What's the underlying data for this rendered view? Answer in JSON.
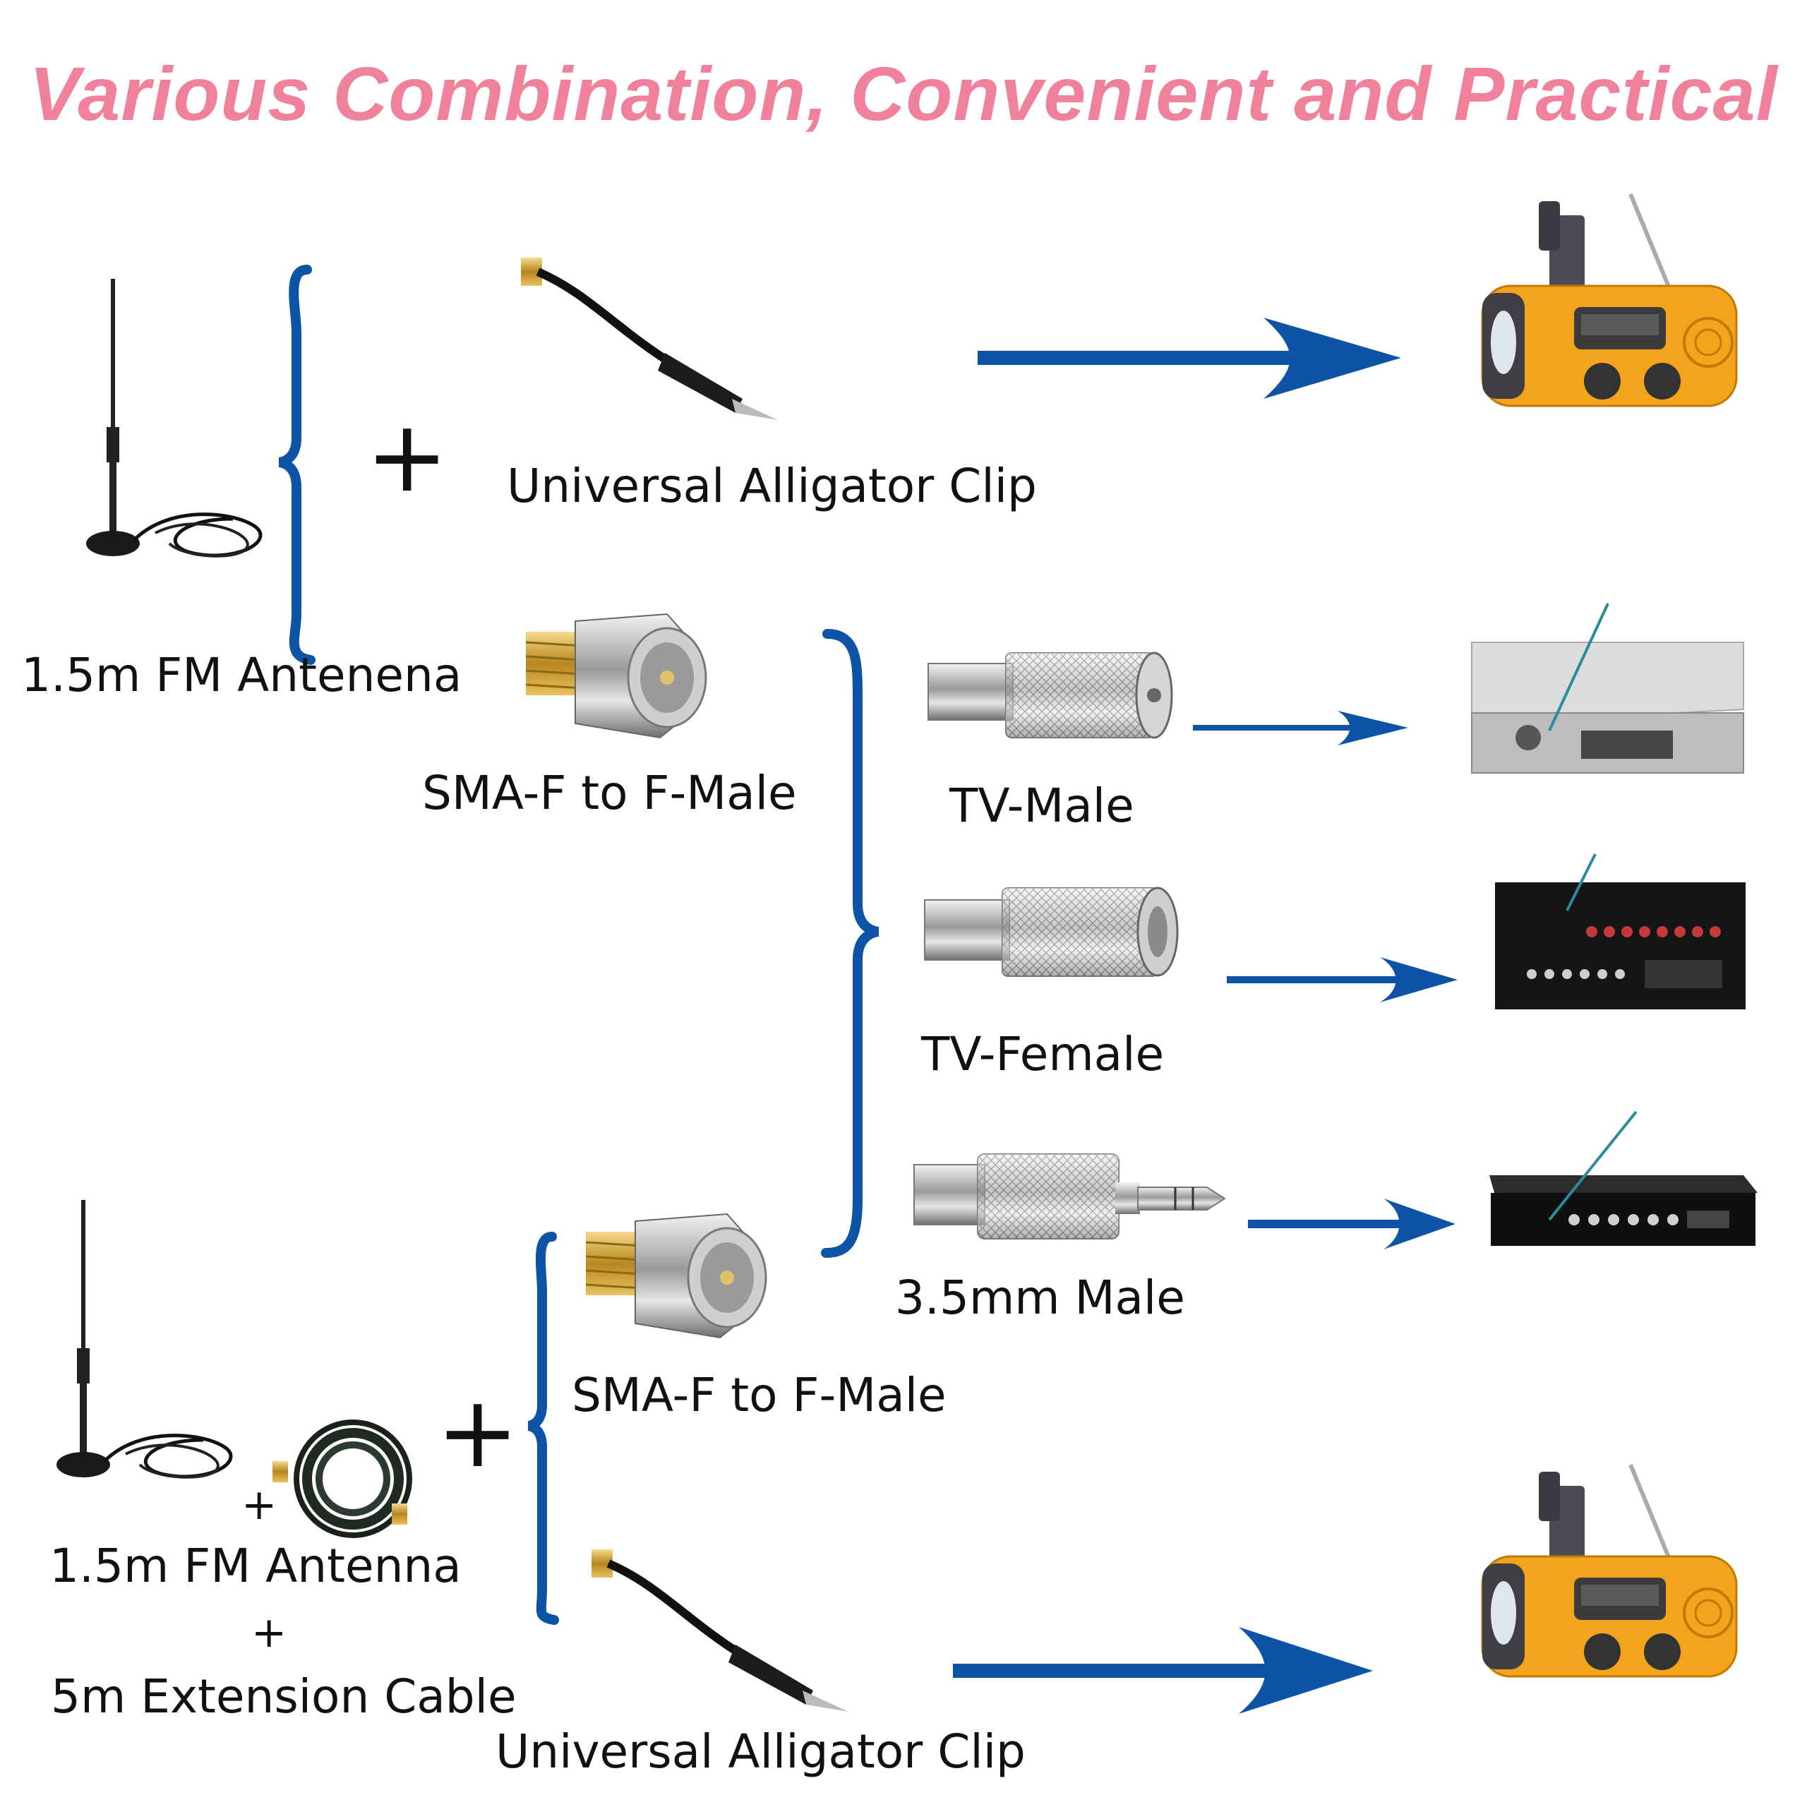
{
  "title": "Various Combination, Convenient and Practical",
  "colors": {
    "title": "#f0819a",
    "arrow": "#0d54a7",
    "brace": "#0d54a7",
    "radio_body": "#f3a31c"
  },
  "kit1": {
    "antenna_label": "1.5m FM Antenena",
    "plus": "+"
  },
  "kit2": {
    "antenna_label": "1.5m FM Antenna",
    "plus_small": "+",
    "plus_mid": "+",
    "cable_label": "5m Extension Cable",
    "plus": "+"
  },
  "adapters": {
    "alligator_top": "Universal Alligator Clip",
    "sma_top": "SMA-F to F-Male",
    "tv_male": "TV-Male",
    "tv_female": "TV-Female",
    "mm35_male": "3.5mm Male",
    "sma_bottom": "SMA-F to F-Male",
    "alligator_bottom": "Universal Alligator Clip"
  },
  "icons": [
    "antenna-icon",
    "alligator-clip-icon",
    "sma-adapter-icon",
    "tv-male-adapter-icon",
    "tv-female-adapter-icon",
    "mm35-adapter-icon",
    "crank-radio-icon",
    "receiver-icon",
    "av-receiver-icon",
    "set-top-box-icon",
    "extension-cable-icon"
  ]
}
